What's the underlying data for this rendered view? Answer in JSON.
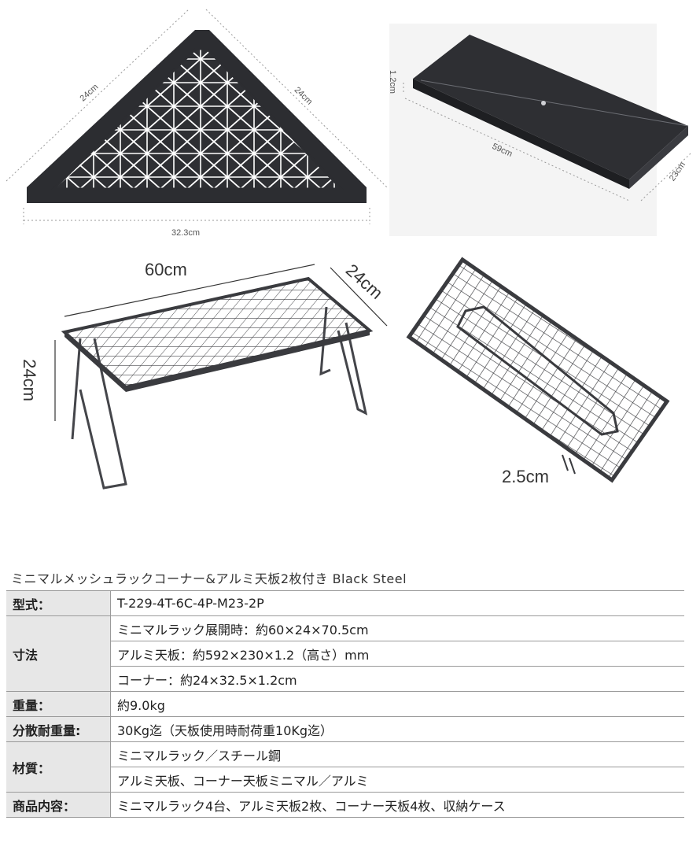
{
  "dimensions": {
    "corner": {
      "side_a": "24cm",
      "side_b": "24cm",
      "base": "32.3cm"
    },
    "aluminum_top": {
      "thickness": "1.2cm",
      "length": "59cm",
      "width": "23cm"
    },
    "rack_open": {
      "width": "60cm",
      "depth": "24cm",
      "height": "24cm"
    },
    "rack_folded": {
      "thickness": "2.5cm"
    }
  },
  "product_title": "ミニマルメッシュラックコーナー&アルミ天板2枚付き Black Steel",
  "specs": {
    "model": {
      "label": "型式：",
      "value": "T-229-4T-6C-4P-M23-2P"
    },
    "size": {
      "label": "寸法",
      "values": [
        "ミニマルラック展開時：約60×24×70.5cm",
        "アルミ天板：約592×230×1.2（高さ）mm",
        "コーナー：約24×32.5×1.2cm"
      ]
    },
    "weight": {
      "label": "重量：",
      "value": "約9.0kg"
    },
    "load": {
      "label": "分散耐重量:",
      "value": "30Kg迄（天板使用時耐荷重10Kg迄）"
    },
    "material": {
      "label": "材質：",
      "values": [
        "ミニマルラック／スチール鋼",
        "アルミ天板、コーナー天板ミニマル／アルミ"
      ]
    },
    "contents": {
      "label": "商品内容：",
      "value": "ミニマルラック4台、アルミ天板2枚、コーナー天板4枚、収納ケース"
    }
  }
}
